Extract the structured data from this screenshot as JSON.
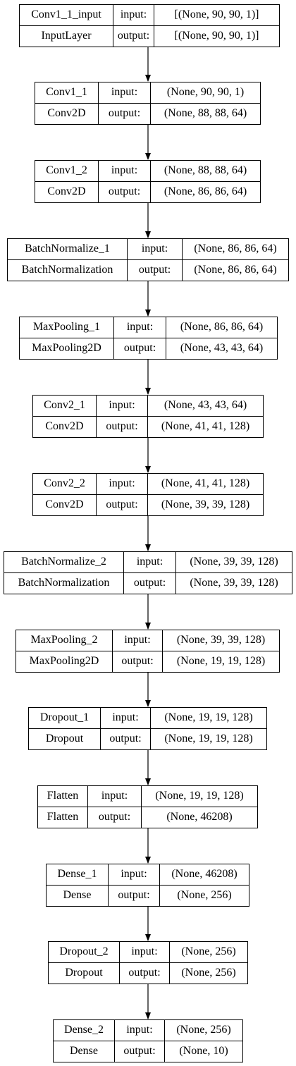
{
  "labels": {
    "input": "input:",
    "output": "output:"
  },
  "layers": [
    {
      "name": "Conv1_1_input",
      "type": "InputLayer",
      "input": "[(None, 90, 90, 1)]",
      "output": "[(None, 90, 90, 1)]"
    },
    {
      "name": "Conv1_1",
      "type": "Conv2D",
      "input": "(None, 90, 90, 1)",
      "output": "(None, 88, 88, 64)"
    },
    {
      "name": "Conv1_2",
      "type": "Conv2D",
      "input": "(None, 88, 88, 64)",
      "output": "(None, 86, 86, 64)"
    },
    {
      "name": "BatchNormalize_1",
      "type": "BatchNormalization",
      "input": "(None, 86, 86, 64)",
      "output": "(None, 86, 86, 64)"
    },
    {
      "name": "MaxPooling_1",
      "type": "MaxPooling2D",
      "input": "(None, 86, 86, 64)",
      "output": "(None, 43, 43, 64)"
    },
    {
      "name": "Conv2_1",
      "type": "Conv2D",
      "input": "(None, 43, 43, 64)",
      "output": "(None, 41, 41, 128)"
    },
    {
      "name": "Conv2_2",
      "type": "Conv2D",
      "input": "(None, 41, 41, 128)",
      "output": "(None, 39, 39, 128)"
    },
    {
      "name": "BatchNormalize_2",
      "type": "BatchNormalization",
      "input": "(None, 39, 39, 128)",
      "output": "(None, 39, 39, 128)"
    },
    {
      "name": "MaxPooling_2",
      "type": "MaxPooling2D",
      "input": "(None, 39, 39, 128)",
      "output": "(None, 19, 19, 128)"
    },
    {
      "name": "Dropout_1",
      "type": "Dropout",
      "input": "(None, 19, 19, 128)",
      "output": "(None, 19, 19, 128)"
    },
    {
      "name": "Flatten",
      "type": "Flatten",
      "input": "(None, 19, 19, 128)",
      "output": "(None, 46208)"
    },
    {
      "name": "Dense_1",
      "type": "Dense",
      "input": "(None, 46208)",
      "output": "(None, 256)"
    },
    {
      "name": "Dropout_2",
      "type": "Dropout",
      "input": "(None, 256)",
      "output": "(None, 256)"
    },
    {
      "name": "Dense_2",
      "type": "Dense",
      "input": "(None, 256)",
      "output": "(None, 10)"
    }
  ]
}
